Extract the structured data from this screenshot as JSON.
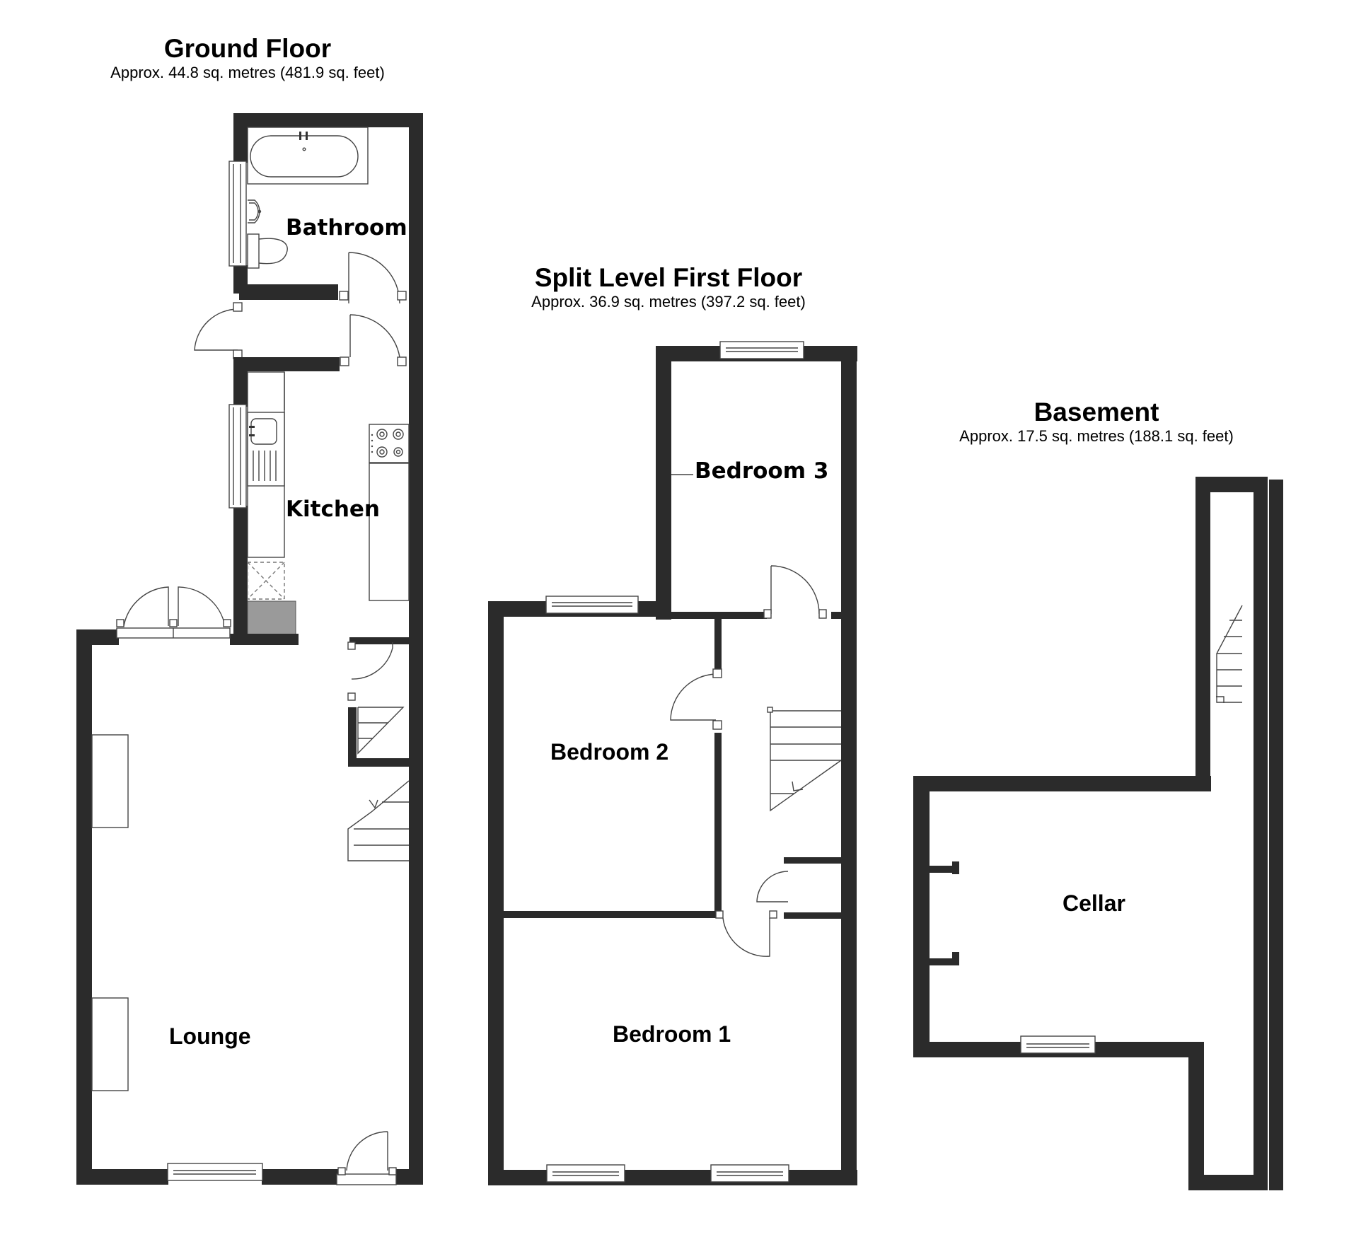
{
  "floors": {
    "ground": {
      "title": "Ground Floor",
      "area": "Approx. 44.8 sq. metres (481.9 sq. feet)",
      "rooms": {
        "bathroom": "Bathroom",
        "kitchen": "Kitchen",
        "lounge": "Lounge"
      }
    },
    "first": {
      "title": "Split Level First Floor",
      "area": "Approx. 36.9 sq. metres (397.2 sq. feet)",
      "rooms": {
        "bedroom3": "Bedroom 3",
        "bedroom2": "Bedroom 2",
        "bedroom1": "Bedroom 1"
      }
    },
    "basement": {
      "title": "Basement",
      "area": "Approx. 17.5 sq. metres (188.1 sq. feet)",
      "rooms": {
        "cellar": "Cellar"
      }
    }
  },
  "colors": {
    "wall": "#2b2b2b",
    "wall_highlight": "#8e8e8e",
    "fixture_line": "#444444",
    "appliance": "#9a9a9a",
    "background": "#ffffff"
  }
}
